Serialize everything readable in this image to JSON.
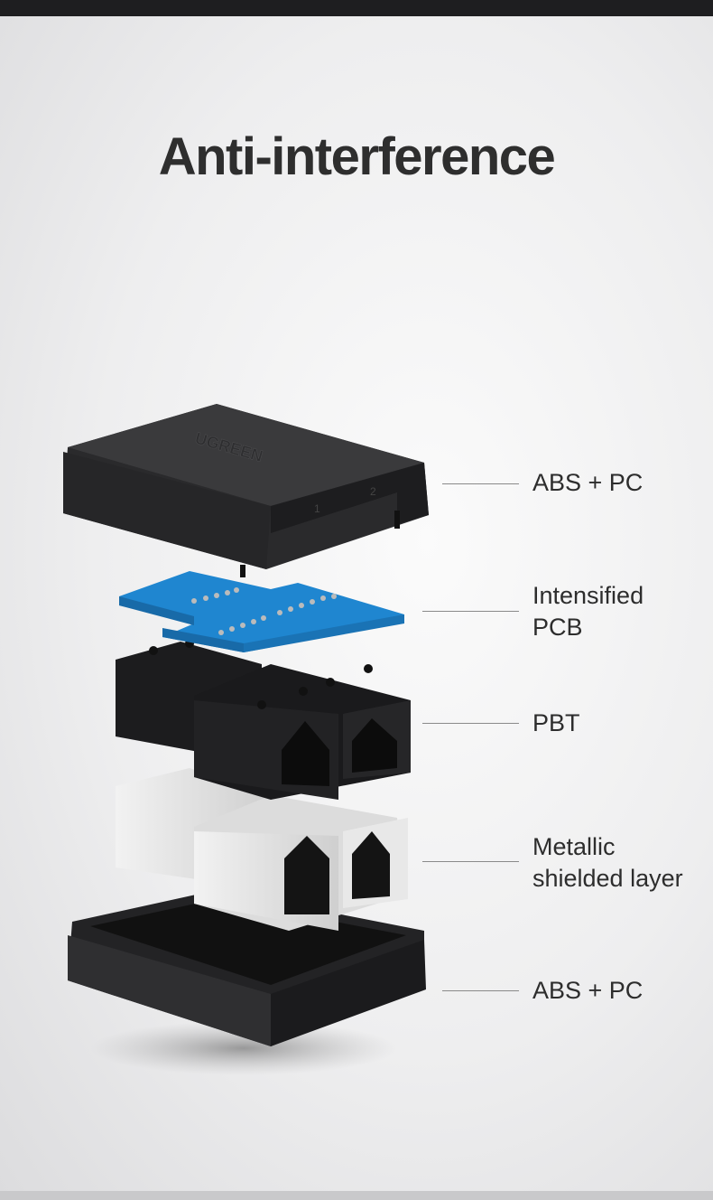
{
  "title": "Anti-interference",
  "brand_logo": "UGREEN",
  "port_numbers": [
    "1",
    "2"
  ],
  "layers": [
    {
      "label_line1": "ABS + PC",
      "label_line2": ""
    },
    {
      "label_line1": "Intensified",
      "label_line2": "PCB"
    },
    {
      "label_line1": "PBT",
      "label_line2": ""
    },
    {
      "label_line1": "Metallic",
      "label_line2": "shielded layer"
    },
    {
      "label_line1": "ABS + PC",
      "label_line2": ""
    }
  ],
  "colors": {
    "pcb": "#1f86d0",
    "case": "#2a2a2c",
    "shield": "#e4e4e4"
  }
}
